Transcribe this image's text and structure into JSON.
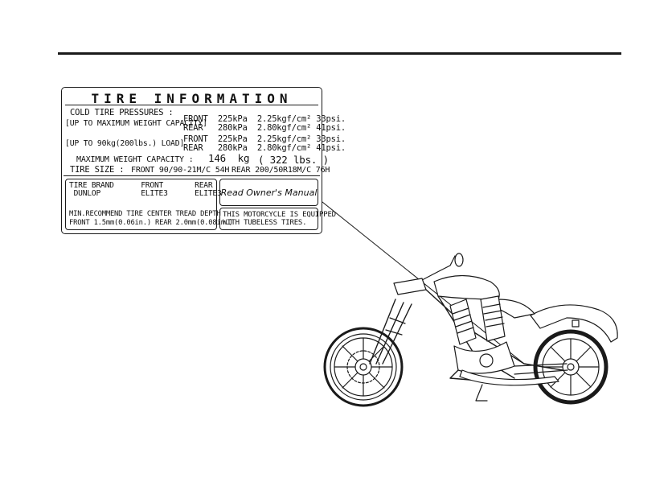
{
  "label": {
    "title": "TIRE INFORMATION",
    "cold_pressures_heading": "COLD TIRE PRESSURES :",
    "row1_condition": "[UP TO MAXIMUM WEIGHT CAPACITY]",
    "row1_front": "FRONT  225kPa  2.25kgf/cm² 33psi.",
    "row1_rear": "REAR   280kPa  2.80kgf/cm² 41psi.",
    "row2_condition": "[UP TO 90kg(200lbs.) LOAD]",
    "row2_front": "FRONT  225kPa  2.25kgf/cm² 33psi.",
    "row2_rear": "REAR   280kPa  2.80kgf/cm² 41psi.",
    "max_weight_label": "MAXIMUM WEIGHT CAPACITY :",
    "max_weight_value": "146  kg",
    "max_weight_lbs": "( 322 lbs. )",
    "tire_size_label": "TIRE SIZE :",
    "tire_size_front": "FRONT 90/90-21M/C 54H",
    "tire_size_rear": "REAR 200/50R18M/C 76H",
    "brand_header": "TIRE BRAND      FRONT       REAR",
    "brand_values": " DUNLOP         ELITE3      ELITE3",
    "tread_line1": "MIN.RECOMMEND TIRE CENTER TREAD DEPTH",
    "tread_line2": "FRONT 1.5mm(0.06in.) REAR 2.0mm(0.08in.)",
    "manual_note": "Read Owner's Manual",
    "tubeless_line1": "THIS MOTORCYCLE IS EQUIPPED",
    "tubeless_line2": "WITH TUBELESS TIRES."
  }
}
